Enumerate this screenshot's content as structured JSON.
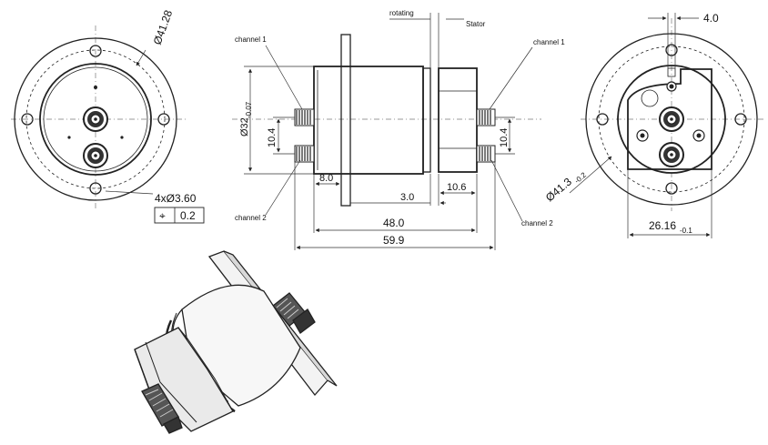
{
  "labels": {
    "rotating": "rotating",
    "stator": "Stator",
    "channel1_left": "channel 1",
    "channel2_left": "channel 2",
    "channel1_right": "channel 1",
    "channel2_right": "channel 2"
  },
  "dims": {
    "left_bolt_circle": "Ø41.28",
    "holes": "4xØ3.60",
    "tol_symbol": "⌖",
    "tol_value": "0.2",
    "diameter_32": "Ø32",
    "diameter_32_tol": "-0.07",
    "spacing_left": "10.4",
    "len_8": "8.0",
    "len_3": "3.0",
    "len_10_6": "10.6",
    "spacing_right": "10.4",
    "len_48": "48.0",
    "len_59_9": "59.9",
    "right_top": "4.0",
    "right_diameter": "Ø41.3",
    "right_diameter_tol": "-0.2",
    "right_width": "26.16",
    "right_width_tol": "-0.1"
  }
}
